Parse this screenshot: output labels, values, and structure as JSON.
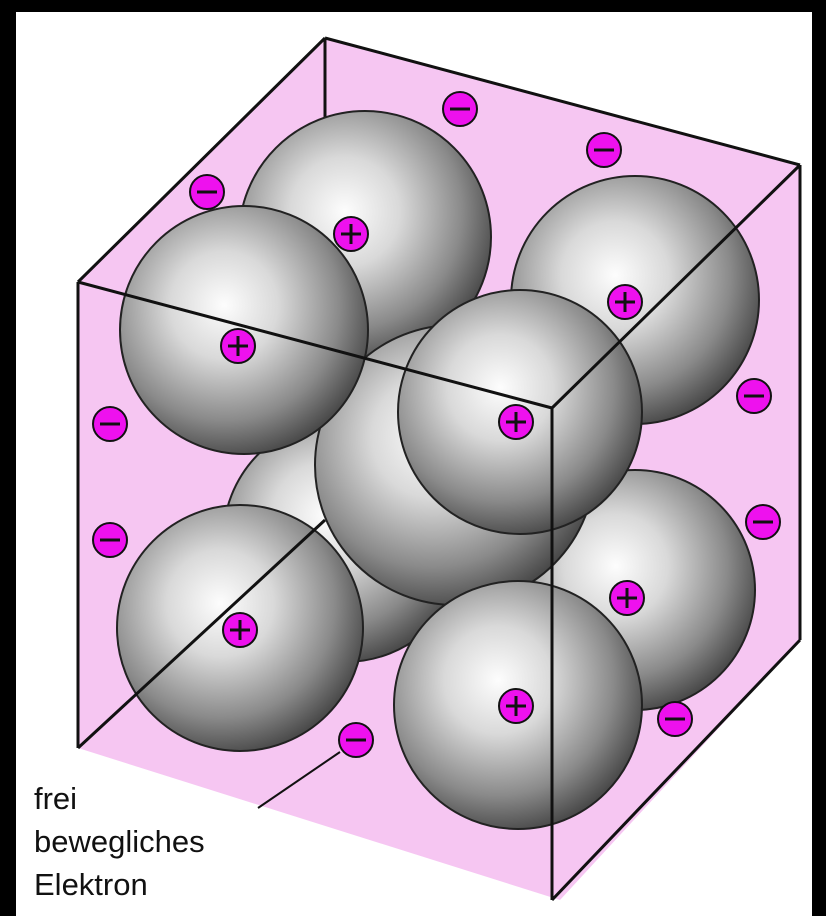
{
  "diagram": {
    "background_color": "#000000",
    "panel_color": "#ffffff",
    "cube_face_color": "#f6c6f2",
    "ion_symbol_color": "#ee11ee",
    "cation_symbol": "+",
    "anion_symbol": "−",
    "atom_count": 9,
    "free_electron_count": 9
  },
  "label": {
    "line1": "frei",
    "line2": "bewegliches",
    "line3": "Elektron"
  }
}
